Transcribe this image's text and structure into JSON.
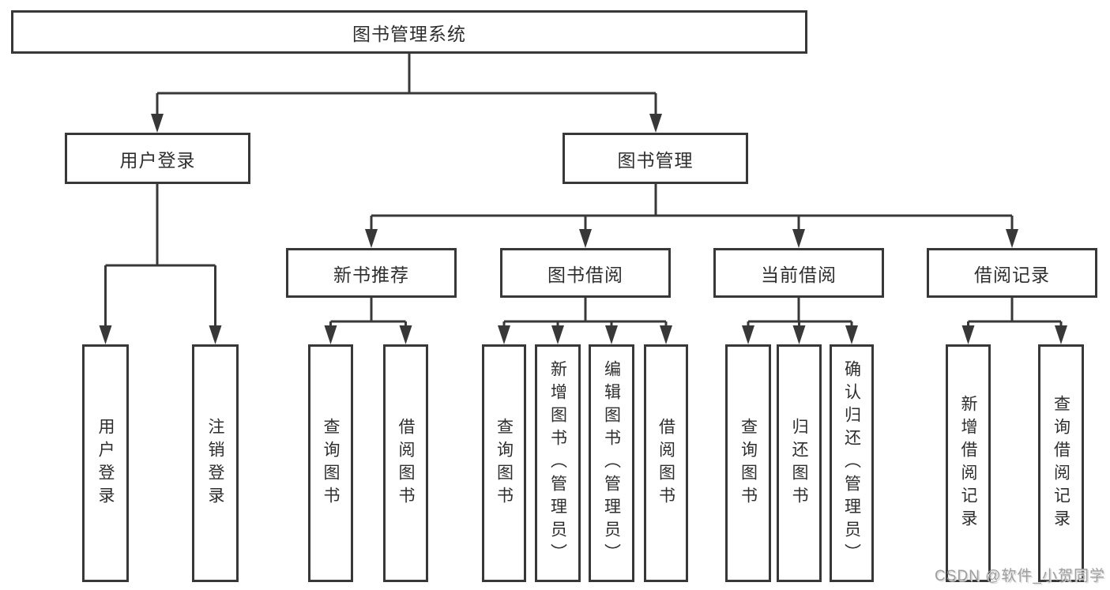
{
  "colors": {
    "line": "#383838",
    "box_border": "#383838",
    "text": "#2e2e2e",
    "background": "#ffffff",
    "watermark": "#9e9e9e"
  },
  "nodes": {
    "root": "图书管理系统",
    "level2": [
      "用户登录",
      "图书管理"
    ],
    "level3": [
      "新书推荐",
      "图书借阅",
      "当前借阅",
      "借阅记录"
    ],
    "user_login_children": [
      "用户登录",
      "注销登录"
    ],
    "new_book_children": [
      "查询图书",
      "借阅图书"
    ],
    "book_borrow_children": [
      "查询图书",
      "新增图书（管理员）",
      "编辑图书（管理员）",
      "借阅图书"
    ],
    "current_borrow_children": [
      "查询图书",
      "归还图书",
      "确认归还（管理员）"
    ],
    "borrow_record_children": [
      "新增借阅记录",
      "查询借阅记录"
    ]
  },
  "watermark": "CSDN @软件_小贺同学"
}
